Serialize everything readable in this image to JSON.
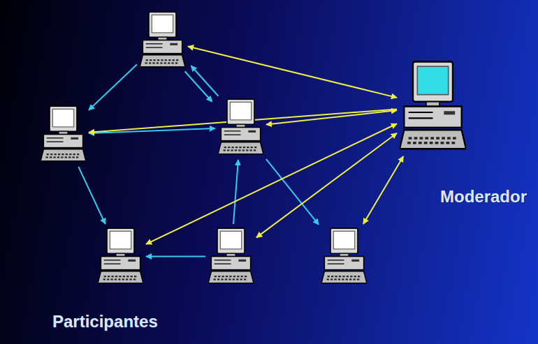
{
  "diagram": {
    "nodes": [
      {
        "text": []
      },
      {
        "text": []
      },
      {
        "text": []
      },
      {
        "text": [
          "Moderador"
        ]
      },
      {
        "text": []
      },
      {
        "text": []
      },
      {
        "text": []
      }
    ],
    "edges": [
      {
        "from": 0,
        "to": 1,
        "arrow": "to"
      },
      {
        "from": 0,
        "to": 2,
        "arrow": "to"
      },
      {
        "from": 2,
        "to": 0,
        "arrow": "to"
      },
      {
        "from": 1,
        "to": 2,
        "arrow": "both"
      },
      {
        "from": 1,
        "to": 4,
        "arrow": "to"
      },
      {
        "from": 5,
        "to": 2,
        "arrow": "to"
      },
      {
        "from": 5,
        "to": 4,
        "arrow": "to"
      },
      {
        "from": 2,
        "to": 6,
        "arrow": "to"
      },
      {
        "from": 0,
        "to": 3,
        "arrow": "both"
      },
      {
        "from": 2,
        "to": 3,
        "arrow": "both"
      },
      {
        "from": 3,
        "to": 1,
        "arrow": "to"
      },
      {
        "from": 3,
        "to": 4,
        "arrow": "both"
      },
      {
        "from": 3,
        "to": 5,
        "arrow": "both"
      },
      {
        "from": 3,
        "to": 6,
        "arrow": "both"
      }
    ],
    "labels": [
      "Participantes"
    ]
  }
}
